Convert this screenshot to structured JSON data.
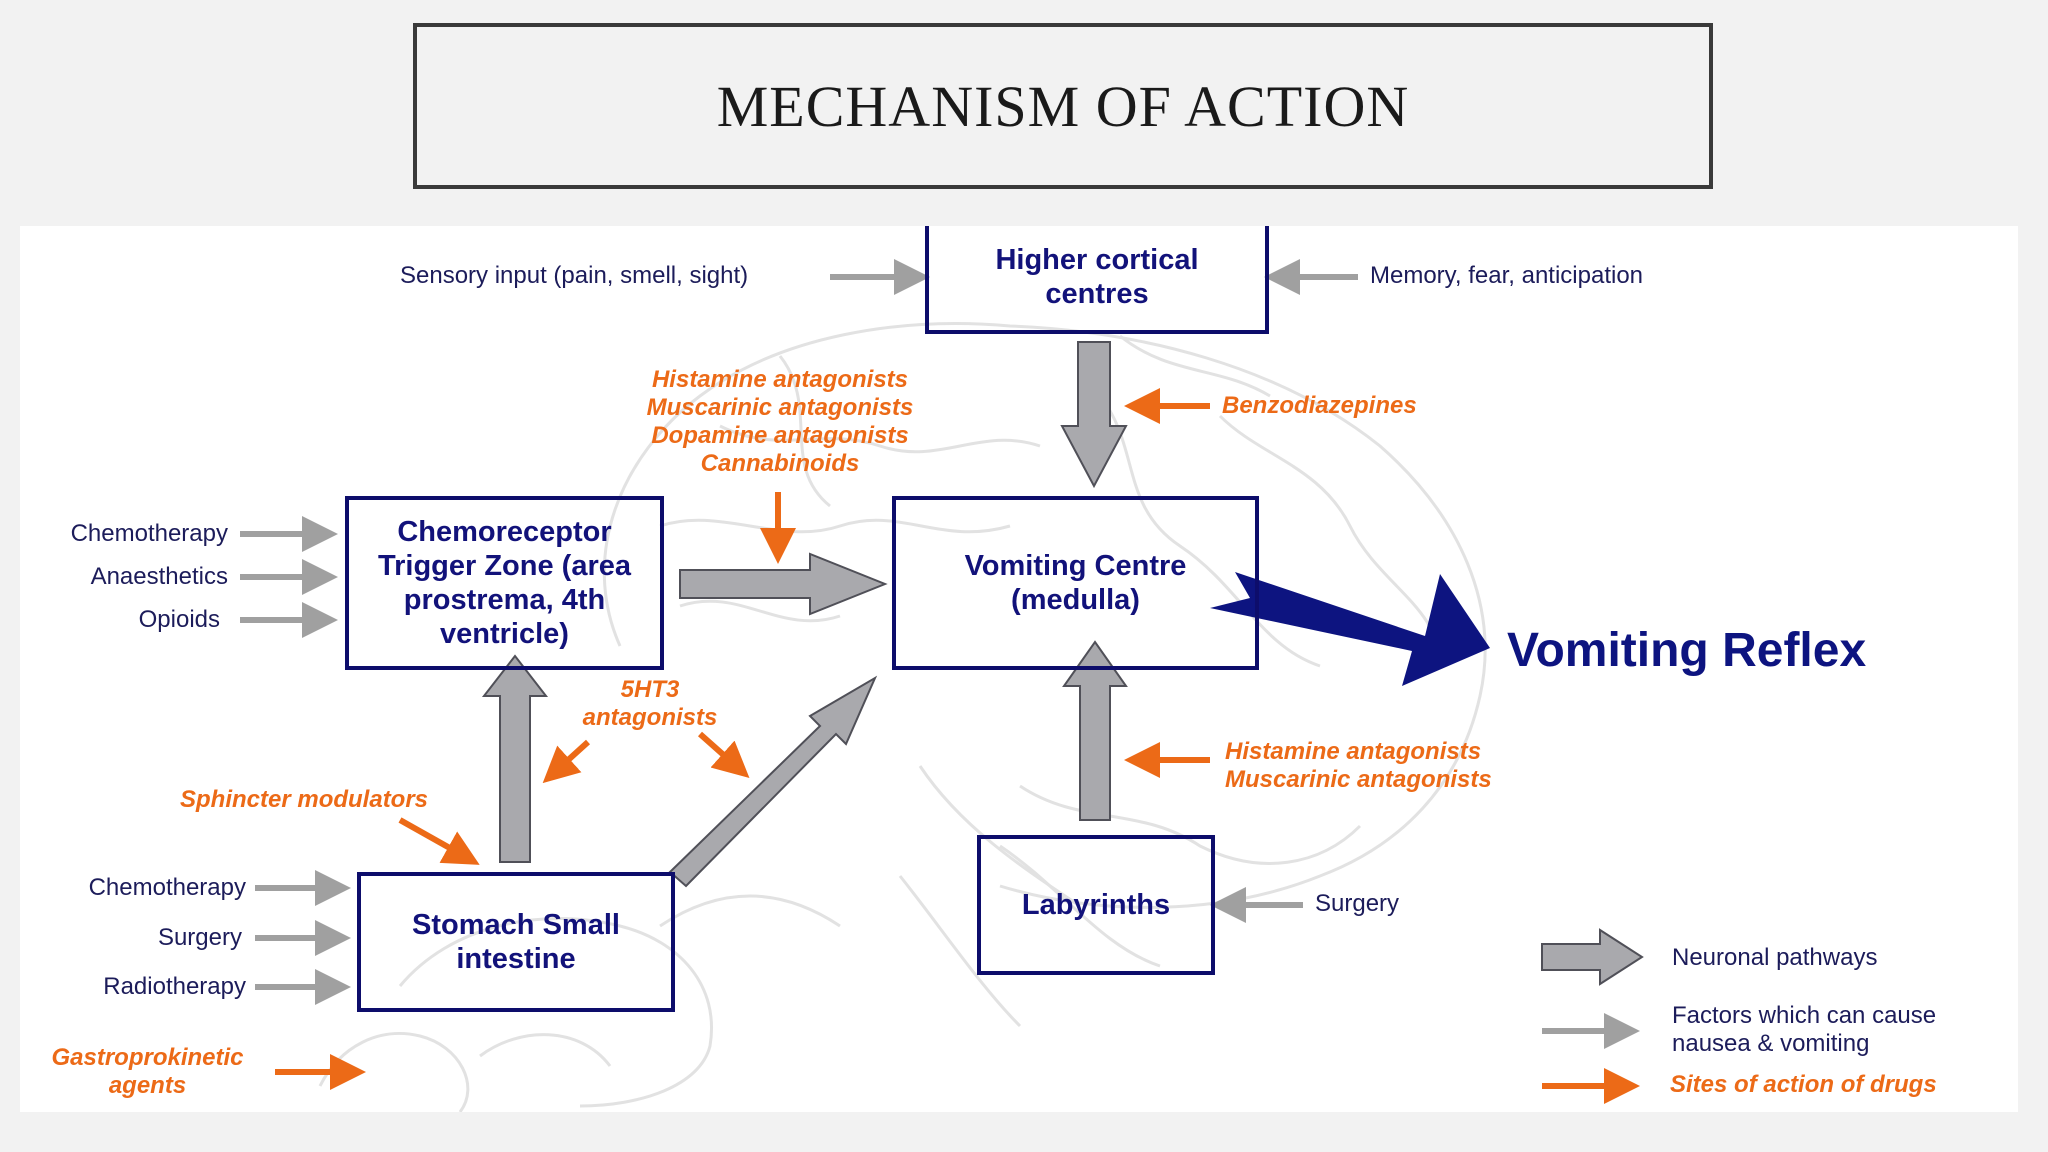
{
  "title": "MECHANISM OF ACTION",
  "colors": {
    "box_border": "#0d0d6b",
    "neuronal_arrow": "#a9a9ad",
    "factor_arrow": "#a0a0a0",
    "drug_arrow": "#ec6a17",
    "reflex_arrow": "#0d1480",
    "drug_text": "#ec6a17"
  },
  "boxes": {
    "higher": "Higher cortical centres",
    "ctz": "Chemoreceptor Trigger Zone (area prostrema, 4th ventricle)",
    "vomiting_centre": "Vomiting Centre (medulla)",
    "stomach": "Stomach Small intestine",
    "labyrinths": "Labyrinths"
  },
  "outcome": "Vomiting Reflex",
  "factors": {
    "sensory": "Sensory input (pain, smell, sight)",
    "memory": "Memory, fear, anticipation",
    "ctz": [
      "Chemotherapy",
      "Anaesthetics",
      "Opioids"
    ],
    "stomach": [
      "Chemotherapy",
      "Surgery",
      "Radiotherapy"
    ],
    "labyrinths": "Surgery"
  },
  "drugs": {
    "to_vomiting_centre": [
      "Histamine antagonists",
      "Muscarinic antagonists",
      "Dopamine antagonists",
      "Cannabinoids"
    ],
    "benzodiazepines": "Benzodiazepines",
    "ht3": "5HT3 antagonists",
    "sphincter": "Sphincter modulators",
    "labyrinth_drugs": [
      "Histamine antagonists",
      "Muscarinic antagonists"
    ],
    "gastroprokinetic": "Gastroprokinetic agents"
  },
  "legend": {
    "neuronal": "Neuronal pathways",
    "factors": "Factors which can cause nausea & vomiting",
    "sites": "Sites of action of drugs"
  }
}
